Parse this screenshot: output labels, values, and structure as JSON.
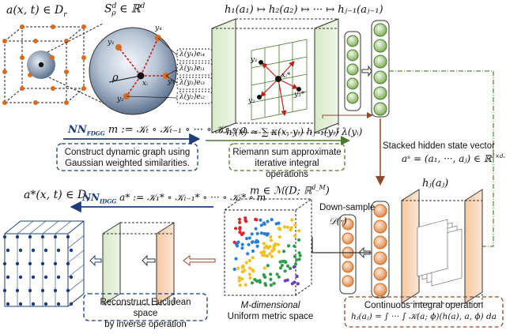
{
  "colors": {
    "blue": "#1f3c78",
    "green": "#4a7a2c",
    "orange": "#c96a1d",
    "brown": "#8c4a2a",
    "dashgreen": "#5a8a3c",
    "node": "#d86a1a"
  },
  "labels": {
    "a_in": "a(x, t) ∈ D",
    "a_in_sub": "r",
    "sphere": "S",
    "sphere_sup": "d",
    "sphere_sub": "ρ",
    "sphere_tail": " ∈ ℝ",
    "sphere_tail_sup": "d",
    "rho": "ρ",
    "y1": "y₁",
    "y2": "y₂",
    "y3": "y₃",
    "y4": "y₄",
    "xi": "xᵢ",
    "lam1": "λ(y₁)eᵢ₁",
    "lam2": "λ(y₂)eᵢ₂",
    "lam3": "λ(y₃)eᵢ₃",
    "lam4": "λ(y₄)eᵢ₄",
    "hseq": "h₁(a₁) ↦ h₂(a₂) ↦ ··· ↦ hⱼ₋₁(aⱼ₋₁)",
    "grid_y1": "y₁",
    "grid_y2": "y₂",
    "grid_y3": "y₃*",
    "grid_xi": "xᵢ*",
    "nn_fdgg": "NN",
    "nn_fdgg_sub": "FDGG",
    "nn_fdgg_eq": " m := 𝒦ₜ ∘ 𝒦ₜ₋₁ ∘ ··· ∘ 𝒦₁ ∘ a",
    "riemann_eq": "hⱼ(x) ≈ ∑ κ(x, yᵢ) hⱼ₋₁(yᵢ) λ(yᵢ)",
    "cap_construct_1": "Construct dynamic graph using",
    "cap_construct_2": "Gaussian weighted similarities.",
    "cap_riemann_1": "Riemann sum approximate",
    "cap_riemann_2": "iterative integral operations",
    "stacked_title": "Stacked hidden state vector",
    "stacked_eq": "aˢ = (a₁, ···, aⱼ) ∈ ℝ",
    "stacked_eq_sup": "1×dₛ",
    "a_out": "a*(x, t) ∈ D",
    "a_out_sub": "r",
    "nn_idgg": "NN",
    "nn_idgg_sub": "IDGG",
    "nn_idgg_eq": " a* := 𝒦₁* ∘ 𝒦ₗ₋₁* ∘ ··· ∘ 𝒦ₜ* ∘ m",
    "m_space": "m ∈ ℳ(D; ℝ",
    "m_space_sup": "d_M",
    "m_space_tail": ")",
    "downsample": "Down-sample",
    "downsample_op": "𝒟(·)",
    "hj": "hⱼ(aⱼ)",
    "cap_reconstruct_1": "Reconstruct Euclidean space",
    "cap_reconstruct_2": "by inverse operation",
    "cap_mdim_1": "M-dimensional",
    "cap_mdim_2": "Uniform metric space",
    "cap_cont_title": "Continuous integral operation",
    "cap_cont_eq": "hⱼ(aⱼ) = ∫ ··· ∫ 𝒦(a; ϕ)(h(a), a, ϕ) da"
  }
}
